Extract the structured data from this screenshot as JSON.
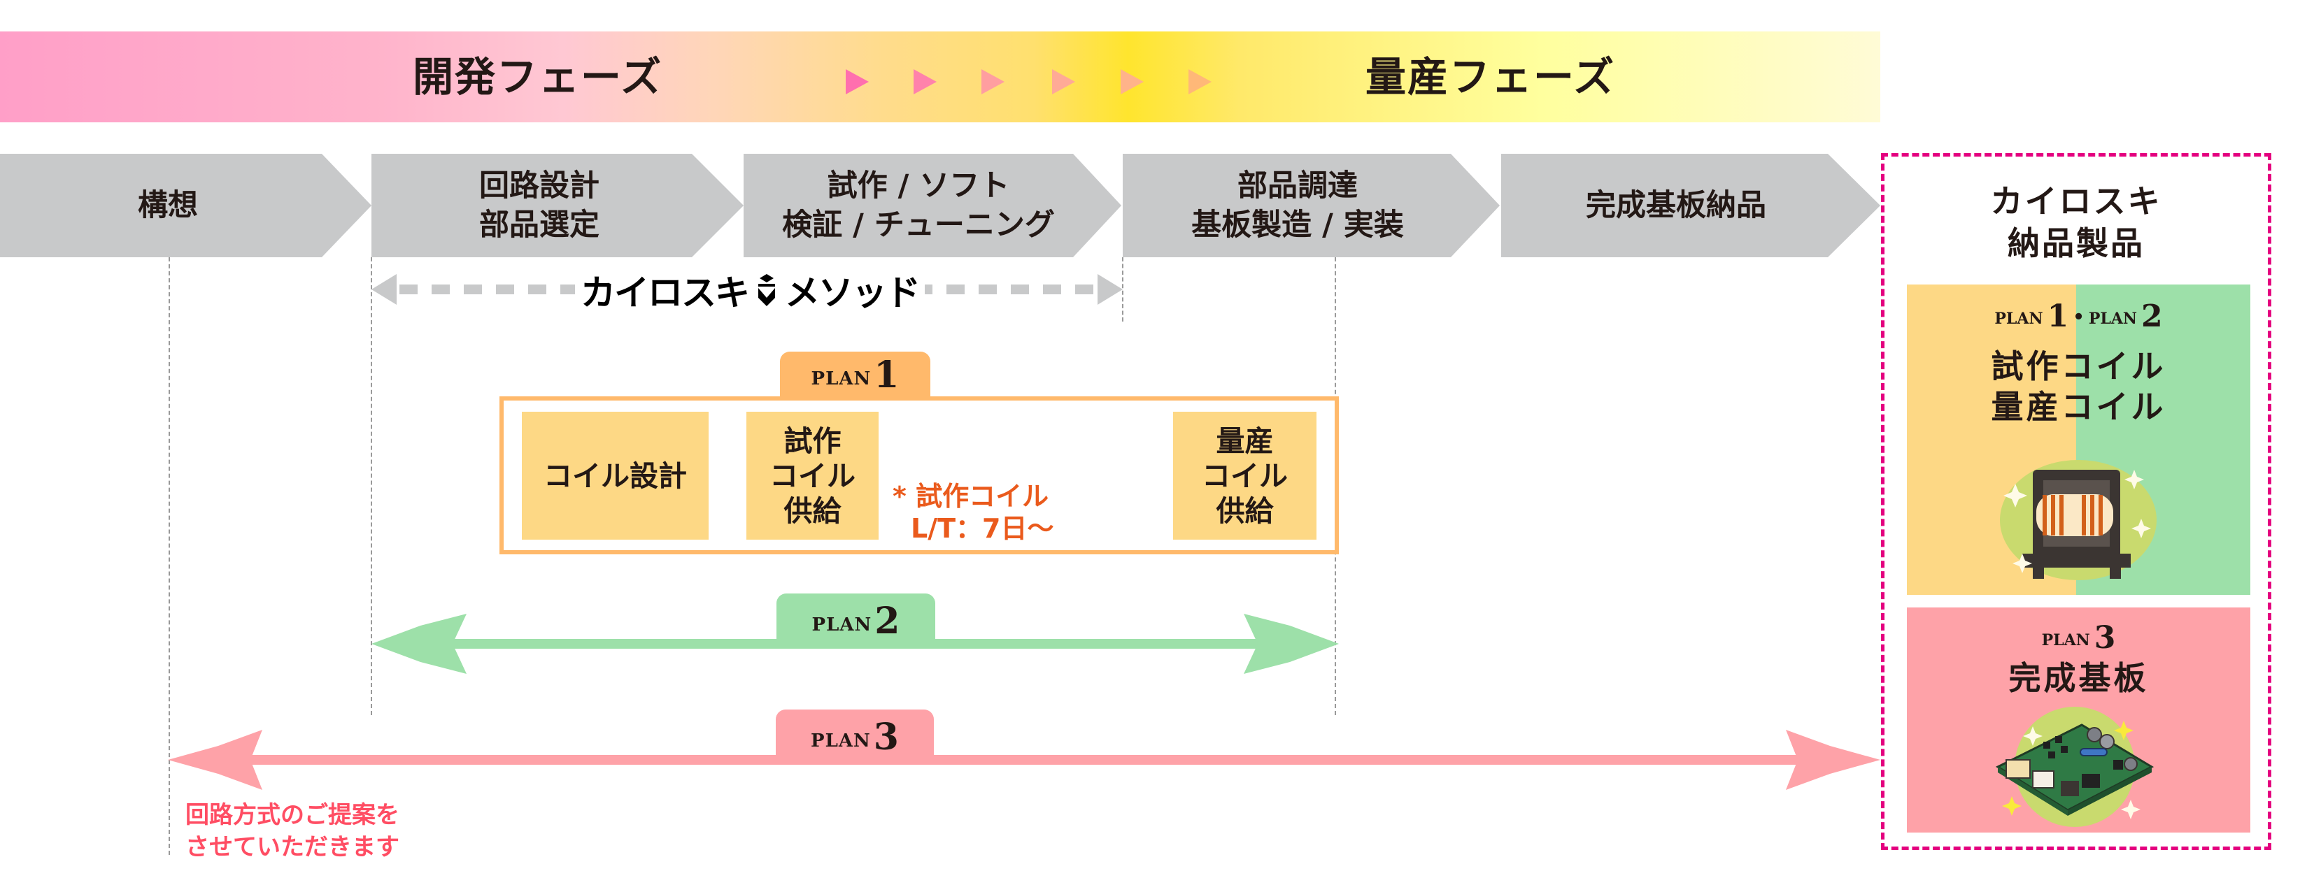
{
  "phases": {
    "development": "開発フェーズ",
    "mass_production": "量産フェーズ",
    "arrow_markers": 6,
    "arrow_colors": [
      "#ff6fae",
      "#ff82ab",
      "#ff9ea0",
      "#ffaa96",
      "#ffb38a",
      "#ffb878"
    ]
  },
  "steps": [
    {
      "label": "構想"
    },
    {
      "label": "回路設計\n部品選定"
    },
    {
      "label": "試作 / ソフト\n検証 / チューニング"
    },
    {
      "label": "部品調達\n基板製造 / 実装"
    },
    {
      "label": "完成基板納品"
    }
  ],
  "method": {
    "label": "カイロスキメソッド"
  },
  "plans": [
    {
      "word": "PLAN",
      "number": "1",
      "color": "#ffb96b"
    },
    {
      "word": "PLAN",
      "number": "2",
      "color": "#9de0a9"
    },
    {
      "word": "PLAN",
      "number": "3",
      "color": "#fea2a8"
    }
  ],
  "plan1": {
    "steps": [
      "コイル設計",
      "試作\nコイル\n供給",
      "量産\nコイル\n供給"
    ],
    "note_line1": "* 試作コイル",
    "note_line2": "L/T：7日〜"
  },
  "delivery": {
    "title": "カイロスキ\n納品製品",
    "coil_panel": {
      "plan_a": "1",
      "plan_b": "2",
      "plan_word": "PLAN",
      "separator": "•",
      "title": "試作コイル\n量産コイル",
      "image": "coil-illustration"
    },
    "board_panel": {
      "plan_word": "PLAN",
      "plan": "3",
      "title": "完成基板",
      "image": "circuit-board-illustration"
    }
  },
  "bottom_note": "回路方式のご提案を\nさせていただきます",
  "colors": {
    "chevron": "#c8c9ca",
    "plan1": "#ffb96b",
    "plan1_step": "#fdd885",
    "plan2": "#9de0a9",
    "plan3": "#fea2a8",
    "delivery_border": "#e4007f",
    "note_orange": "#ea5a1c",
    "note_red": "#ff4d63"
  }
}
